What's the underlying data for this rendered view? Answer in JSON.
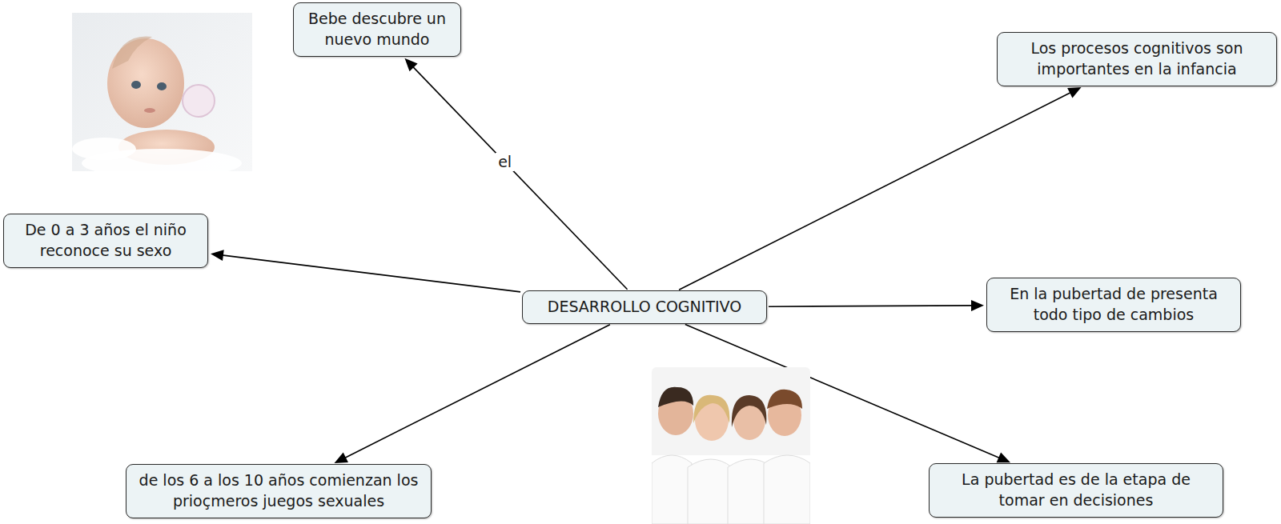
{
  "diagram": {
    "nodes": [
      {
        "text": [
          "Bebe descubre un nuevo mundo"
        ]
      },
      {
        "text": [
          "Los procesos cognitivos son importantes en la infancia"
        ]
      },
      {
        "text": [
          "De 0 a 3 años el niño reconoce su sexo"
        ]
      },
      {
        "text": [
          "DESARROLLO COGNITIVO"
        ]
      },
      {
        "text": [
          "En la pubertad de presenta todo tipo de cambios"
        ]
      },
      {
        "text": [
          "de los 6 a los 10 años comienzan los prioçmeros juegos sexuales"
        ]
      },
      {
        "text": [
          "La pubertad es de la etapa de tomar en decisiones"
        ]
      }
    ],
    "edges": [
      {
        "from": 3,
        "to": 0,
        "arrow": "to",
        "label": "el"
      },
      {
        "from": 3,
        "to": 1,
        "arrow": "to"
      },
      {
        "from": 3,
        "to": 2,
        "arrow": "to"
      },
      {
        "from": 3,
        "to": 4,
        "arrow": "to"
      },
      {
        "from": 3,
        "to": 5,
        "arrow": "to"
      },
      {
        "from": 3,
        "to": 6,
        "arrow": "to"
      }
    ]
  }
}
